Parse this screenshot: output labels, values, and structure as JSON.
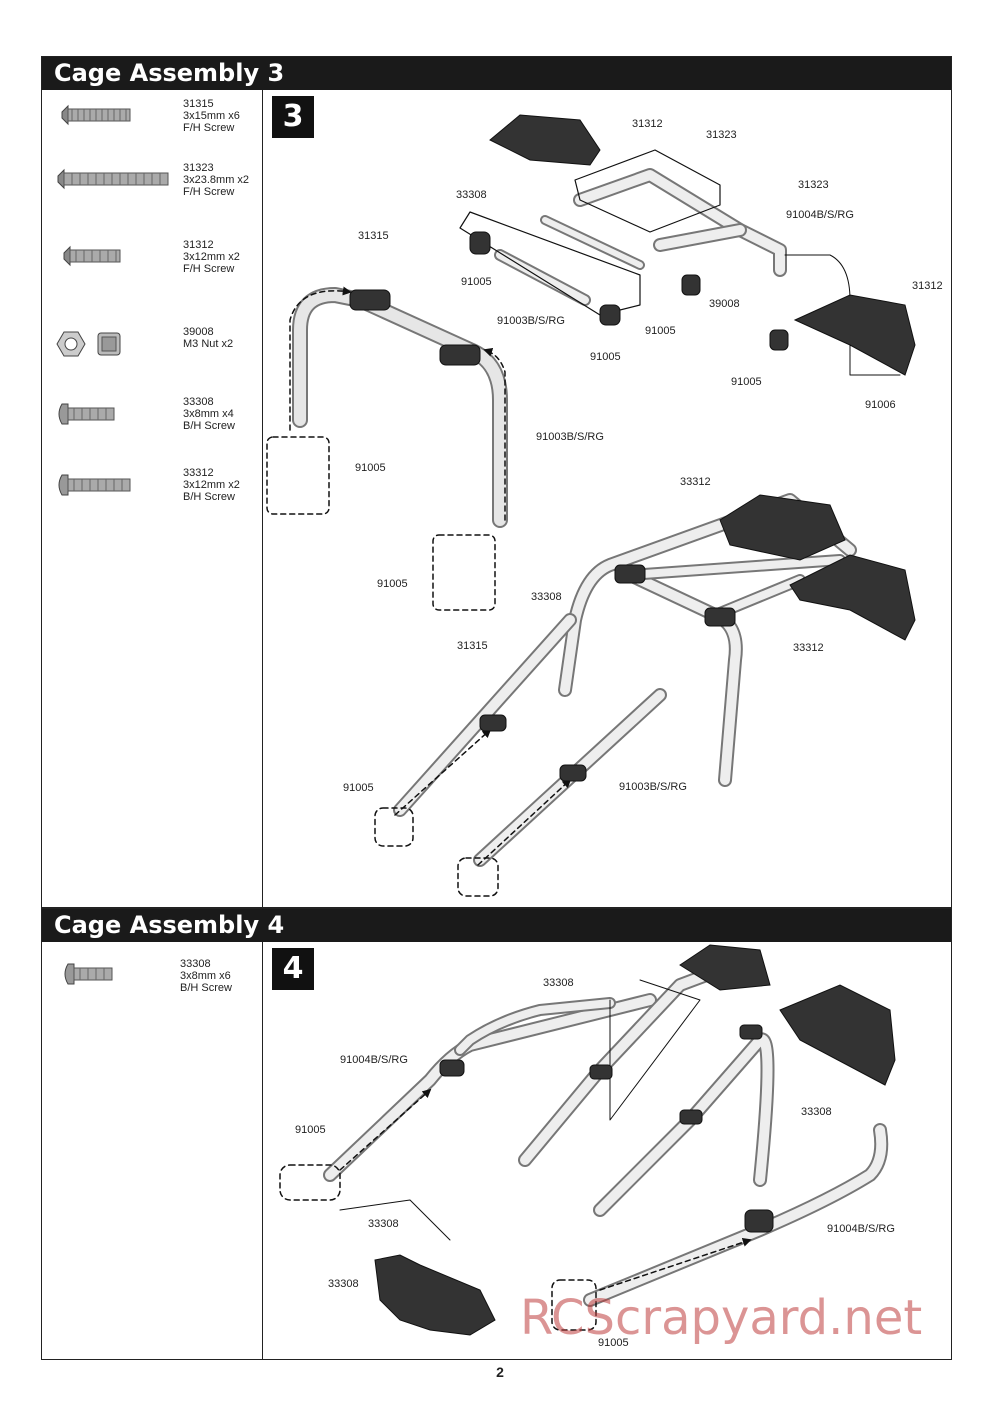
{
  "section3": {
    "title": "Cage Assembly 3",
    "step": "3",
    "parts": [
      {
        "text": "31315\n3x15mm x6\nF/H Screw",
        "icon": "flat-head-screw-icon"
      },
      {
        "text": "31323\n3x23.8mm x2\nF/H Screw",
        "icon": "long-flat-head-screw-icon"
      },
      {
        "text": "31312\n3x12mm x2\nF/H Screw",
        "icon": "flat-head-screw-icon"
      },
      {
        "text": "39008\nM3 Nut x2",
        "icon": "nut-icon"
      },
      {
        "text": "33308\n3x8mm x4\nB/H Screw",
        "icon": "button-head-screw-icon"
      },
      {
        "text": "33312\n3x12mm x2\nB/H Screw",
        "icon": "button-head-screw-icon"
      }
    ],
    "callouts": {
      "c1": "31312",
      "c2": "31323",
      "c3": "31323",
      "c4": "33308",
      "c5": "91004B/S/RG",
      "c6": "31312",
      "c7": "31315",
      "c8": "91005",
      "c9": "91003B/S/RG",
      "c10": "39008",
      "c11": "91005",
      "c12": "91005",
      "c13": "91005",
      "c14": "91006",
      "c15": "91003B/S/RG",
      "c16": "91005",
      "c17": "33312",
      "c18": "91005",
      "c19": "33308",
      "c20": "33312",
      "c21": "31315",
      "c22": "91005",
      "c23": "91003B/S/RG"
    }
  },
  "section4": {
    "title": "Cage Assembly 4",
    "step": "4",
    "parts": [
      {
        "text": "33308\n3x8mm x6\nB/H Screw",
        "icon": "button-head-screw-icon"
      }
    ],
    "callouts": {
      "d1": "33308",
      "d2": "91004B/S/RG",
      "d3": "91005",
      "d4": "33308",
      "d5": "33308",
      "d6": "33308",
      "d7": "91004B/S/RG",
      "d8": "91005"
    }
  },
  "page_number": "2",
  "watermark": "RCScrapyard.net"
}
